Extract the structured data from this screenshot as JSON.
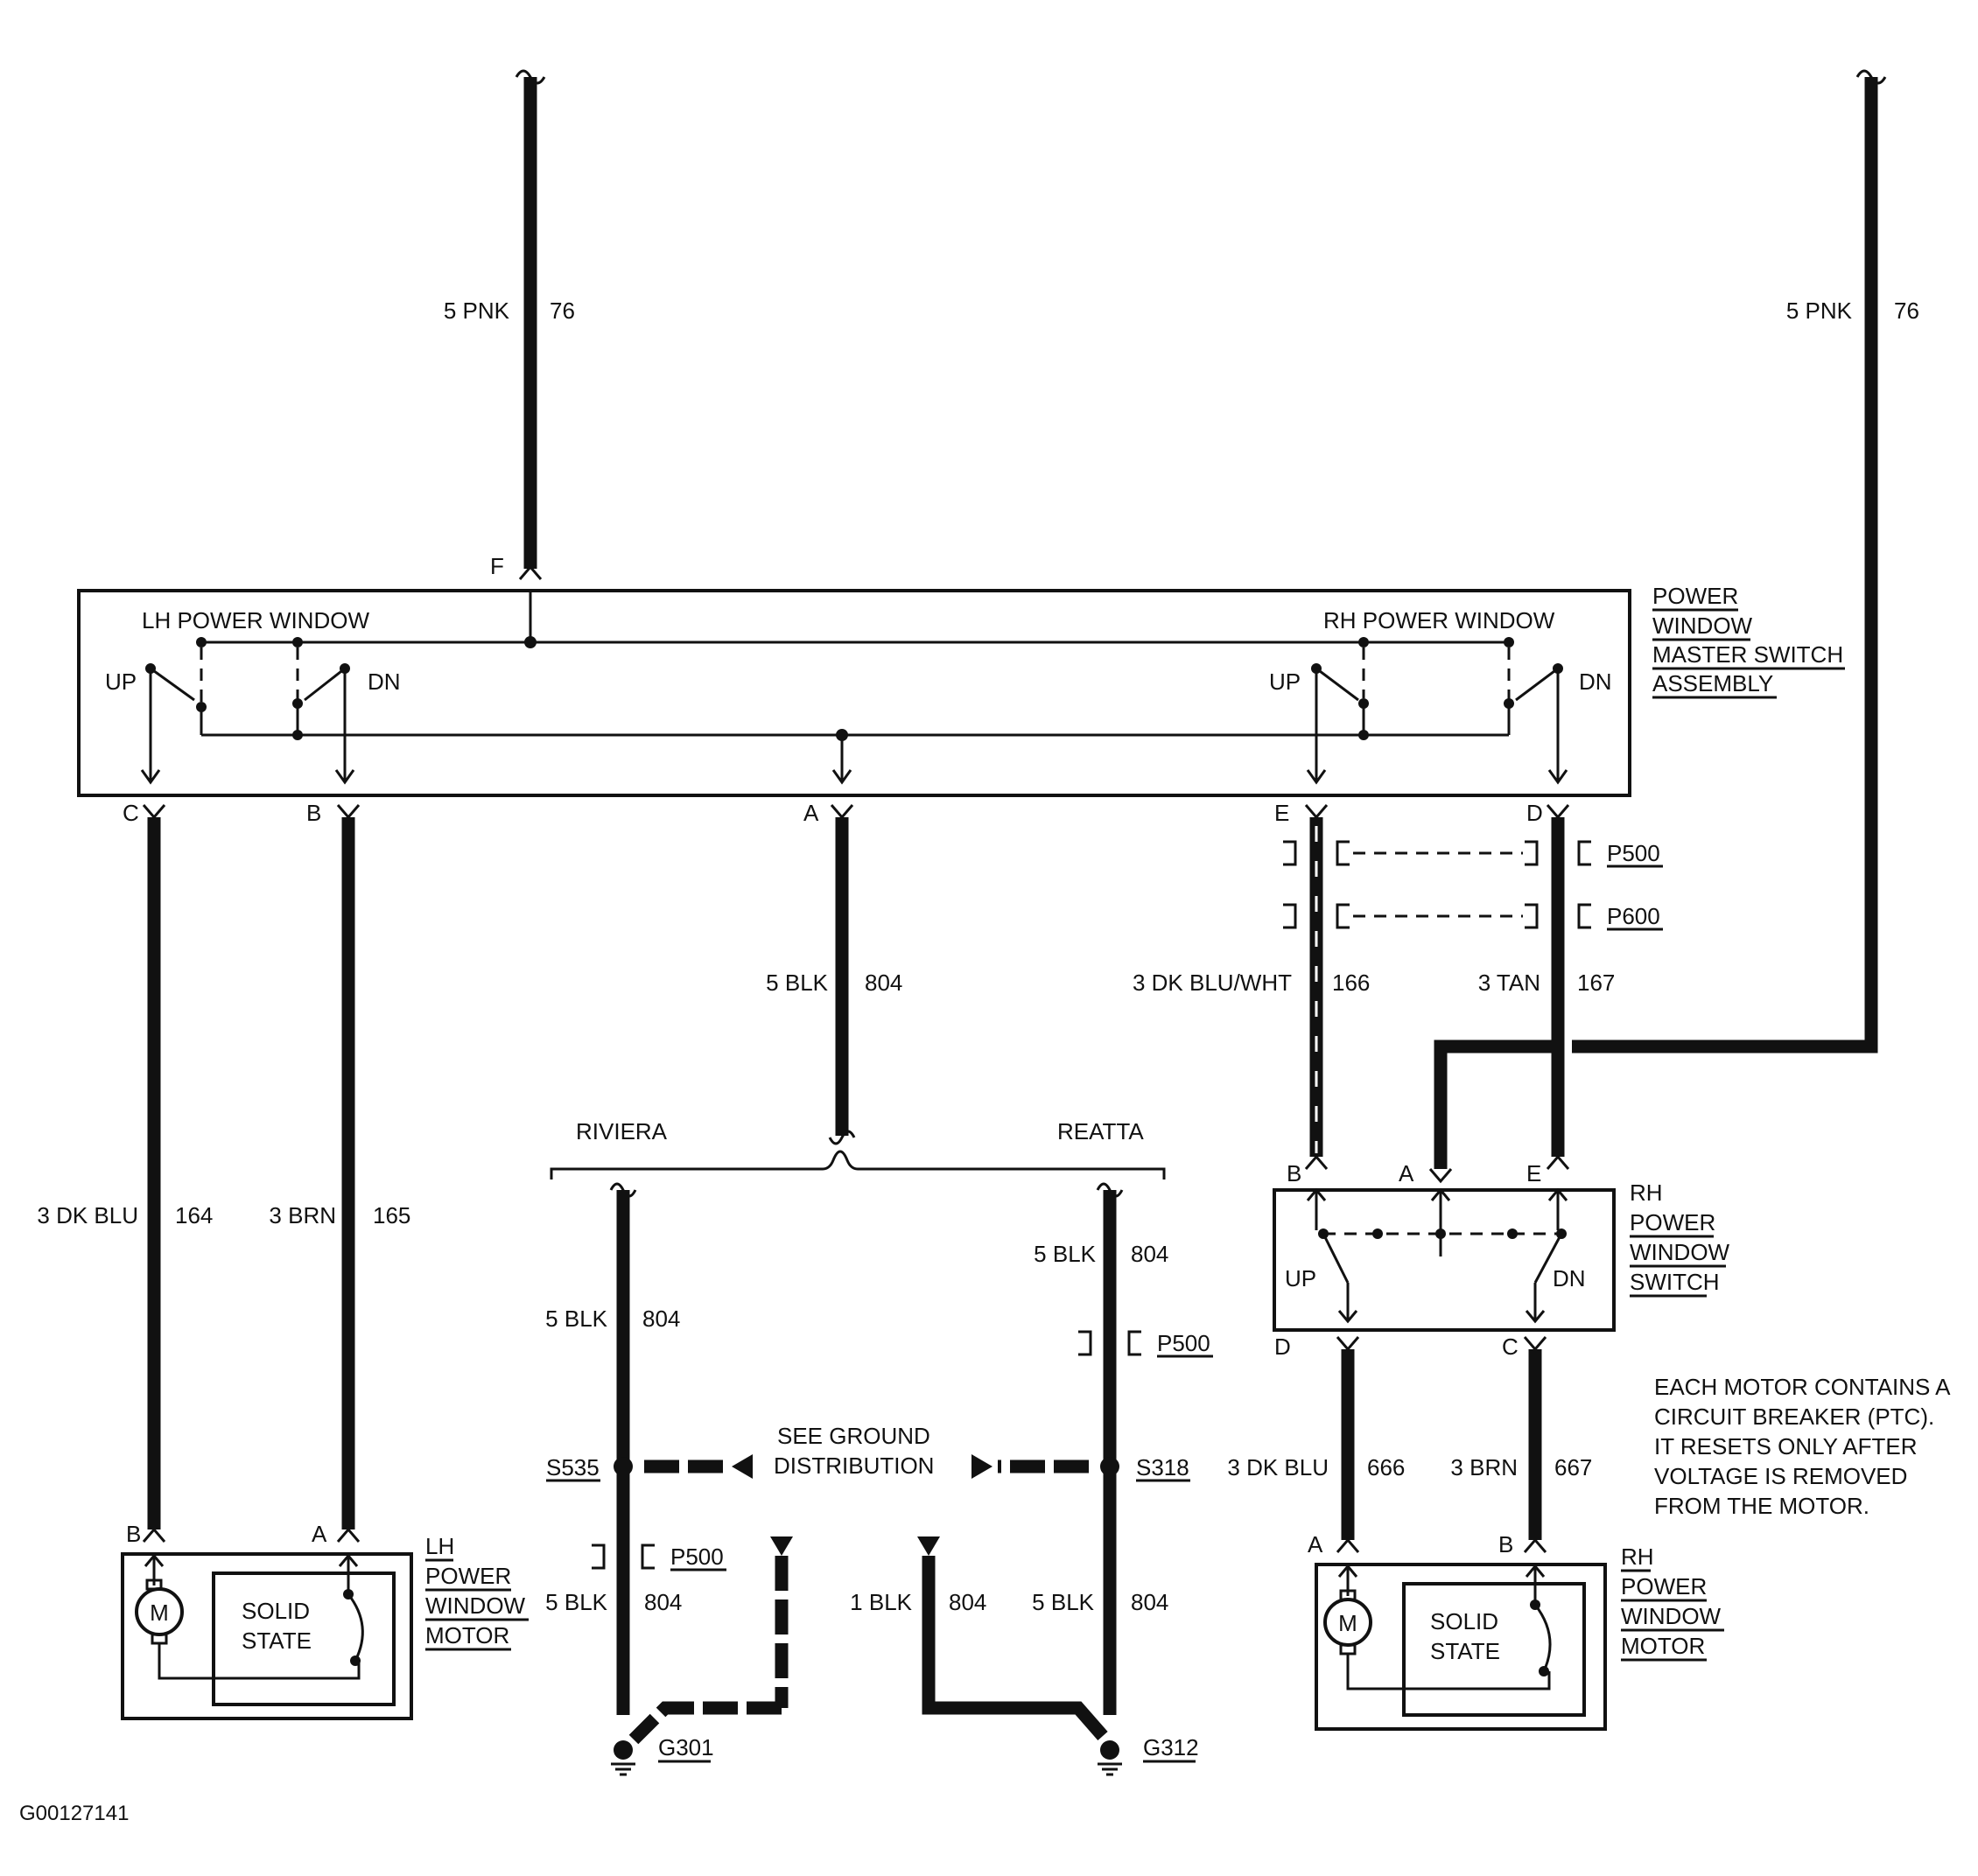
{
  "diagram_id": "G00127141",
  "colors": {
    "ink": "#111111",
    "background": "#ffffff"
  },
  "master_switch": {
    "title_lines": [
      "POWER",
      "WINDOW",
      "MASTER SWITCH",
      "ASSEMBLY"
    ],
    "lh_label": "LH POWER WINDOW",
    "rh_label": "RH POWER WINDOW",
    "up": "UP",
    "dn": "DN",
    "pins": {
      "F": "F",
      "C": "C",
      "B": "B",
      "A": "A",
      "E": "E",
      "D": "D"
    }
  },
  "wires": {
    "feed_left": {
      "gauge_color": "5 PNK",
      "circuit": "76"
    },
    "feed_right": {
      "gauge_color": "5 PNK",
      "circuit": "76"
    },
    "lh_c": {
      "gauge_color": "3 DK BLU",
      "circuit": "164"
    },
    "lh_b": {
      "gauge_color": "3 BRN",
      "circuit": "165"
    },
    "ground_a": {
      "gauge_color": "5 BLK",
      "circuit": "804"
    },
    "rh_e": {
      "gauge_color": "3 DK BLU/WHT",
      "circuit": "166"
    },
    "rh_d": {
      "gauge_color": "3 TAN",
      "circuit": "167"
    },
    "riviera_upper": {
      "gauge_color": "5 BLK",
      "circuit": "804"
    },
    "riviera_lower": {
      "gauge_color": "5 BLK",
      "circuit": "804"
    },
    "reatta_upper": {
      "gauge_color": "5 BLK",
      "circuit": "804"
    },
    "reatta_lower": {
      "gauge_color": "5 BLK",
      "circuit": "804"
    },
    "reatta_aux": {
      "gauge_color": "1 BLK",
      "circuit": "804"
    },
    "rh_motor_d": {
      "gauge_color": "3 DK BLU",
      "circuit": "666"
    },
    "rh_motor_c": {
      "gauge_color": "3 BRN",
      "circuit": "667"
    }
  },
  "connectors": {
    "p500": "P500",
    "p600": "P600"
  },
  "splices": {
    "s535": "S535",
    "s318": "S318"
  },
  "grounds": {
    "g301": "G301",
    "g312": "G312"
  },
  "branches": {
    "riviera": "RIVIERA",
    "reatta": "REATTA"
  },
  "ground_note_lines": [
    "SEE GROUND",
    "DISTRIBUTION"
  ],
  "rh_switch": {
    "title_lines": [
      "RH",
      "POWER",
      "WINDOW",
      "SWITCH"
    ],
    "pins": {
      "B": "B",
      "A": "A",
      "E": "E",
      "D": "D",
      "C": "C"
    },
    "up": "UP",
    "dn": "DN"
  },
  "lh_motor": {
    "title_lines": [
      "LH",
      "POWER",
      "WINDOW",
      "MOTOR"
    ],
    "pins": {
      "B": "B",
      "A": "A"
    },
    "motor_symbol": "M",
    "module_lines": [
      "SOLID",
      "STATE"
    ]
  },
  "rh_motor": {
    "title_lines": [
      "RH",
      "POWER",
      "WINDOW",
      "MOTOR"
    ],
    "pins": {
      "A": "A",
      "B": "B"
    },
    "motor_symbol": "M",
    "module_lines": [
      "SOLID",
      "STATE"
    ]
  },
  "breaker_note_lines": [
    "EACH MOTOR CONTAINS A",
    "CIRCUIT BREAKER (PTC).",
    "IT RESETS ONLY AFTER",
    "VOLTAGE IS REMOVED",
    "FROM THE MOTOR."
  ]
}
